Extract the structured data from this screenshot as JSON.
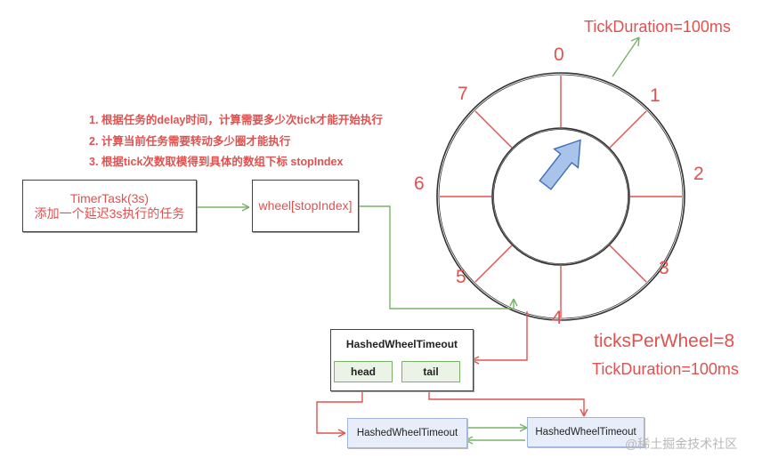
{
  "top_label": "TickDuration=100ms",
  "steps": [
    "1. 根据任务的delay时间，计算需要多少次tick才能开始执行",
    "2. 计算当前任务需要转动多少圈才能执行",
    "3. 根据tick次数取模得到具体的数组下标 stopIndex"
  ],
  "timer_task": {
    "line1": "TimerTask(3s)",
    "line2": "添加一个延迟3s执行的任务"
  },
  "wheel_slot": "wheel[stopIndex]",
  "slots": [
    "0",
    "1",
    "2",
    "3",
    "4",
    "5",
    "6",
    "7"
  ],
  "ticks_per_wheel": "ticksPerWheel=8",
  "tick_duration": "TickDuration=100ms",
  "bucket": {
    "title": "HashedWheelTimeout",
    "head": "head",
    "tail": "tail"
  },
  "node_left": "HashedWheelTimeout",
  "node_right": "HashedWheelTimeout",
  "watermark": "@稀土掘金技术社区",
  "colors": {
    "red": "#e0524f",
    "green": "#79b267",
    "blue": "#5b8fd6"
  }
}
